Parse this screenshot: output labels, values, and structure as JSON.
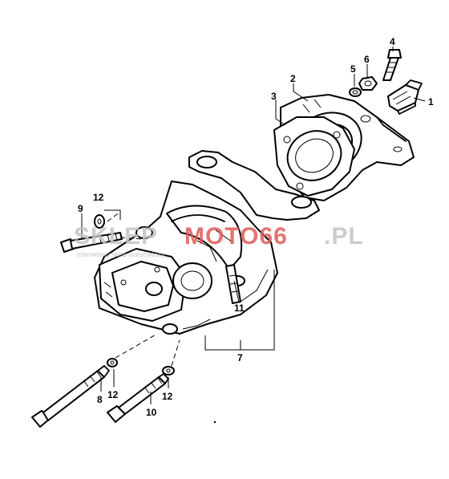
{
  "callouts": {
    "c1": "1",
    "c2": "2",
    "c3": "3",
    "c4": "4",
    "c5": "5",
    "c6": "6",
    "c7": "7",
    "c8": "8",
    "c9": "9",
    "c10": "10",
    "c11": "11",
    "c12a": "12",
    "c12b": "12",
    "c12c": "12"
  },
  "watermark": {
    "part1": "SKLEP",
    "part2": "MOTO66",
    "part3": ".PL",
    "subtitle": "internetowy sklep motocyklowy"
  },
  "colors": {
    "ink": "#000000",
    "watermark_grey": "#b8b8b8",
    "watermark_red": "#e05a5a"
  }
}
